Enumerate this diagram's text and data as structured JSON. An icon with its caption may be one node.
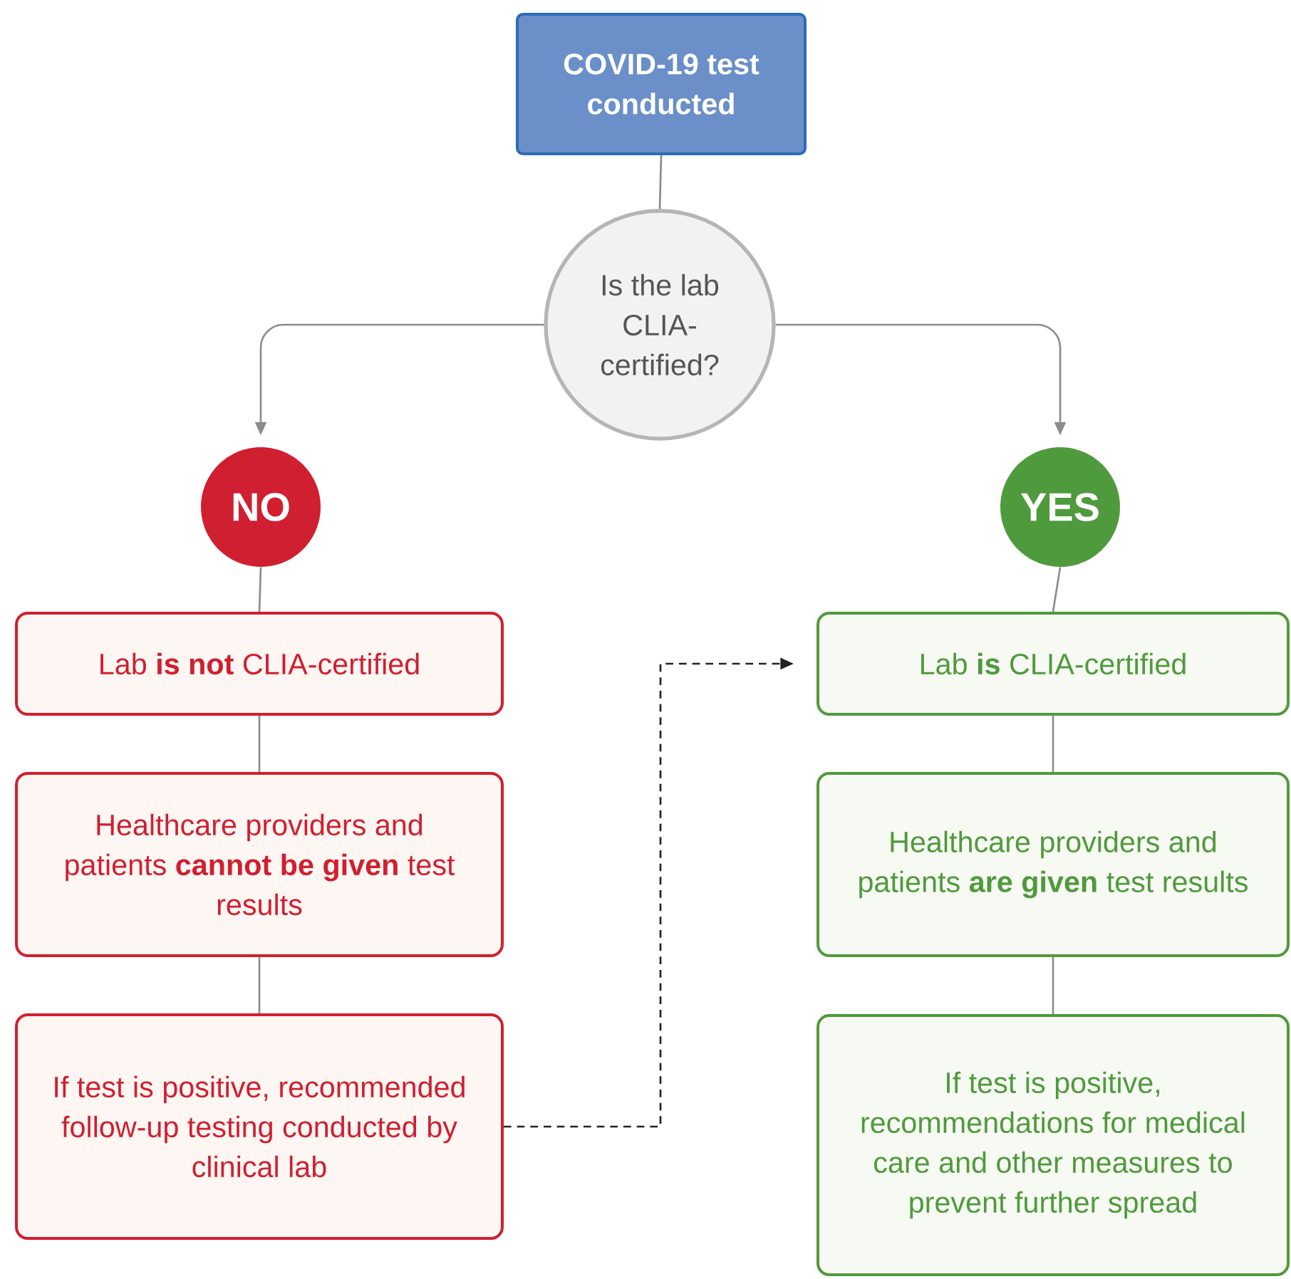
{
  "diagram": {
    "nodes": [
      {
        "text": [
          "COVID-19 test conducted"
        ]
      },
      {
        "text": [
          "Is the lab CLIA-certified?"
        ]
      },
      {
        "text": [
          "NO"
        ]
      },
      {
        "text": [
          "YES"
        ]
      },
      {
        "text": [
          "Lab **is not** CLIA-certified"
        ]
      },
      {
        "text": [
          "Healthcare providers and patients **cannot be given** test results"
        ]
      },
      {
        "text": [
          "If test is positive, recommended follow-up testing conducted by clinical lab"
        ]
      },
      {
        "text": [
          "Lab **is** CLIA-certified"
        ]
      },
      {
        "text": [
          "Healthcare providers and patients **are given** test results"
        ]
      },
      {
        "text": [
          "If test is positive, recommendations for medical care and other measures to prevent further spread"
        ]
      }
    ],
    "edges": [
      {
        "from": 0,
        "to": 1,
        "arrow": "none"
      },
      {
        "from": 1,
        "to": 2,
        "arrow": "to"
      },
      {
        "from": 1,
        "to": 3,
        "arrow": "to"
      },
      {
        "from": 2,
        "to": 4,
        "arrow": "none"
      },
      {
        "from": 4,
        "to": 5,
        "arrow": "none"
      },
      {
        "from": 5,
        "to": 6,
        "arrow": "none"
      },
      {
        "from": 3,
        "to": 7,
        "arrow": "none"
      },
      {
        "from": 7,
        "to": 8,
        "arrow": "none"
      },
      {
        "from": 8,
        "to": 9,
        "arrow": "none"
      },
      {
        "from": 6,
        "to": 7,
        "arrow": "to",
        "style": "dashed",
        "color": "#222222"
      }
    ]
  }
}
